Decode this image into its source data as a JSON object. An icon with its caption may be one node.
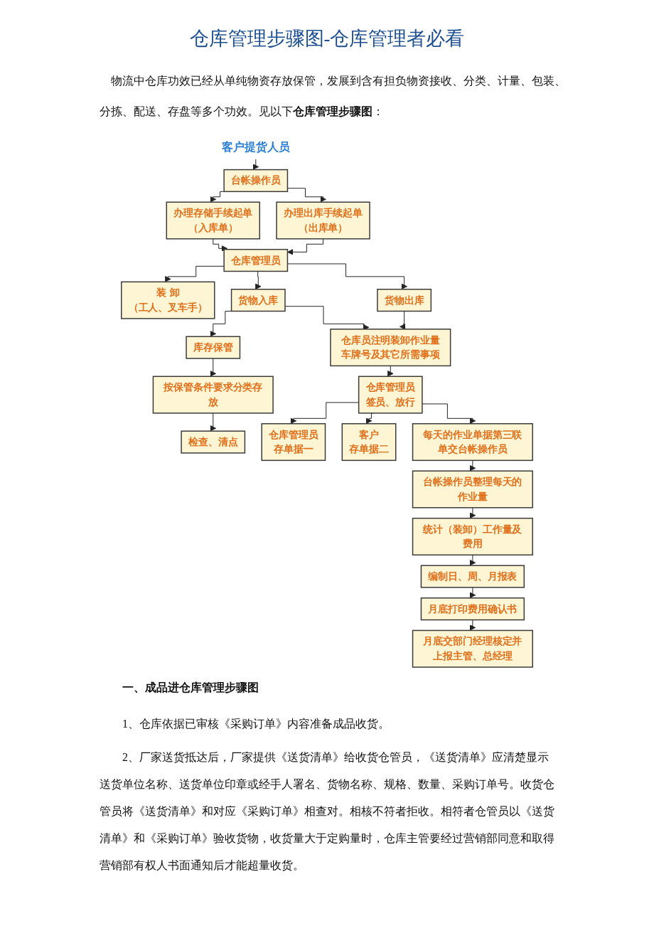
{
  "diagram": {
    "title": "仓库管理步骤图-仓库管理者必看",
    "nodes": [
      {
        "text": [
          "客户提货人员"
        ]
      },
      {
        "text": [
          "台帐操作员"
        ]
      },
      {
        "text": [
          "办理存储手续起单",
          "（入库单）"
        ]
      },
      {
        "text": [
          "办理出库手续起单",
          "（出库单）"
        ]
      },
      {
        "text": [
          "台帐操作员整理每天的作业量"
        ]
      },
      {
        "text": [
          "仓库管理员"
        ]
      },
      {
        "text": [
          "统计（装卸）工作量及费用"
        ]
      },
      {
        "text": [
          "装 卸",
          "（工人、叉车手）"
        ]
      },
      {
        "text": [
          "编制日、周、月报表"
        ]
      },
      {
        "text": [
          "货物入库"
        ]
      },
      {
        "text": [
          "货物出库"
        ]
      },
      {
        "text": [
          "库存保管"
        ]
      },
      {
        "text": [
          "月底打印费用确认书"
        ]
      },
      {
        "text": [
          "仓库员注明装卸作业量车牌号及其它所需事项"
        ]
      },
      {
        "text": [
          "每天的作业单据第三联单交台帐操作员"
        ]
      },
      {
        "text": [
          "按保管条件要求分类存放"
        ]
      },
      {
        "text": [
          "月底交部门经理核定并上报主管、总经理"
        ]
      },
      {
        "text": [
          "仓库管理员",
          "签员、放行"
        ]
      },
      {
        "text": [
          "检查、清点"
        ]
      },
      {
        "text": [
          "仓库管理员",
          "存单据一"
        ]
      },
      {
        "text": [
          "客户",
          "存单据二"
        ]
      }
    ],
    "edges": [
      {
        "from": 0,
        "to": 1,
        "arrow": "to"
      },
      {
        "from": 1,
        "to": 2,
        "arrow": "to"
      },
      {
        "from": 1,
        "to": 3,
        "arrow": "to"
      },
      {
        "from": 2,
        "to": 5,
        "arrow": "to"
      },
      {
        "from": 3,
        "to": 5,
        "arrow": "to"
      },
      {
        "from": 5,
        "to": 7,
        "arrow": "to"
      },
      {
        "from": 5,
        "to": 9,
        "arrow": "to"
      },
      {
        "from": 5,
        "to": 10,
        "arrow": "to"
      },
      {
        "from": 9,
        "to": 11,
        "arrow": "to"
      },
      {
        "from": 9,
        "to": 13,
        "arrow": "to"
      },
      {
        "from": 10,
        "to": 13,
        "arrow": "to"
      },
      {
        "from": 11,
        "to": 15,
        "arrow": "to"
      },
      {
        "from": 15,
        "to": 18,
        "arrow": "to"
      },
      {
        "from": 13,
        "to": 17,
        "arrow": "to"
      },
      {
        "from": 17,
        "to": 19,
        "arrow": "to"
      },
      {
        "from": 17,
        "to": 20,
        "arrow": "to"
      },
      {
        "from": 17,
        "to": 14,
        "arrow": "to"
      },
      {
        "from": 14,
        "to": 4,
        "arrow": "to"
      },
      {
        "from": 4,
        "to": 6,
        "arrow": "to"
      },
      {
        "from": 6,
        "to": 8,
        "arrow": "to"
      },
      {
        "from": 8,
        "to": 12,
        "arrow": "to"
      },
      {
        "from": 12,
        "to": 16,
        "arrow": "to"
      }
    ],
    "labels": [
      "物流中仓库功效已经从单纯物资存放保管，发展到含有担负物资接收、分类、计量、包装、分拣、配送、存盘等多个功效。见以下**仓库管理步骤图**：",
      "一、成品进仓库管理步骤图",
      "1、仓库依据已审核《采购订单》内容准备成品收货。",
      "2、厂家送货抵达后，厂家提供《送货清单》给收货仓管员，《送货清单》应清楚显示送货单位名称、送货单位印章或经手人署名、货物名称、规格、数量、采购订单号。收货仓管员将《送货清单》和对应《采购订单》相查对。相核不符者拒收。相符者仓管员以《送货清单》和《采购订单》验收货物，收货量大于定购量时，仓库主管要经过营销部同意和取得营销部有权人书面通知后才能超量收货。"
    ]
  }
}
